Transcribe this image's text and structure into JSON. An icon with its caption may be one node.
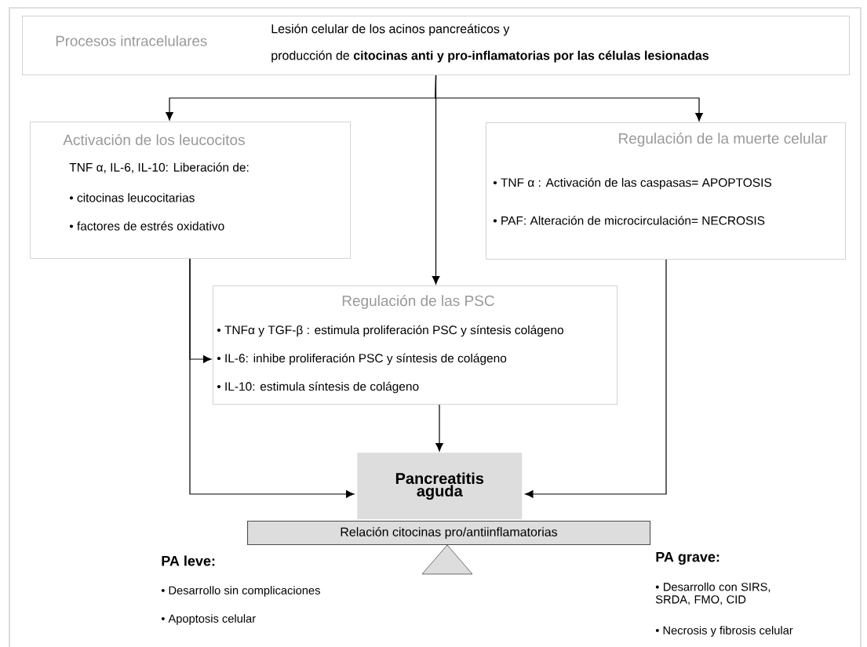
{
  "diagram": {
    "nodes": [
      {
        "text": [
          "Procesos intracelulares",
          "Lesión celular de los acinos pancreáticos y",
          "producción de **citocinas anti y pro-inflamatorias por las células lesionadas**"
        ]
      },
      {
        "text": [
          "Activación de los leucocitos",
          "TNF α, IL-6, IL-10: Liberación de:",
          "• citocinas leucocitarias",
          "• factores de estrés oxidativo"
        ]
      },
      {
        "text": [
          "Regulación de la muerte celular",
          "• TNF α : Activación de las caspasas= APOPTOSIS",
          "• PAF: Alteración de microcirculación= NECROSIS"
        ]
      },
      {
        "text": [
          "Regulación de las PSC",
          "• TNFα y TGF-β : estimula proliferación PSC y síntesis colágeno",
          "• IL-6: inhibe proliferación PSC y síntesis de colágeno",
          "• IL-10: estimula síntesis de colágeno"
        ]
      },
      {
        "text": [
          "Pancreatitis aguda"
        ]
      },
      {
        "text": [
          "Relación citocinas pro/antiinflamatorias"
        ]
      }
    ],
    "edges": [
      {
        "from": 0,
        "to": 1,
        "arrow": "to"
      },
      {
        "from": 0,
        "to": 2,
        "arrow": "to"
      },
      {
        "from": 0,
        "to": 3,
        "arrow": "to"
      },
      {
        "from": 1,
        "to": 4,
        "arrow": "to"
      },
      {
        "from": 1,
        "to": 3,
        "arrow": "to"
      },
      {
        "from": 2,
        "to": 4,
        "arrow": "to"
      },
      {
        "from": 3,
        "to": 4,
        "arrow": "to"
      }
    ],
    "labels": [
      "PA leve:",
      "• Desarrollo sin complicaciones",
      "• Apoptosis celular",
      "PA grave:",
      "• Desarrollo con SIRS, SRDA, FMO, CID",
      "• Necrosis y fibrosis celular"
    ]
  }
}
